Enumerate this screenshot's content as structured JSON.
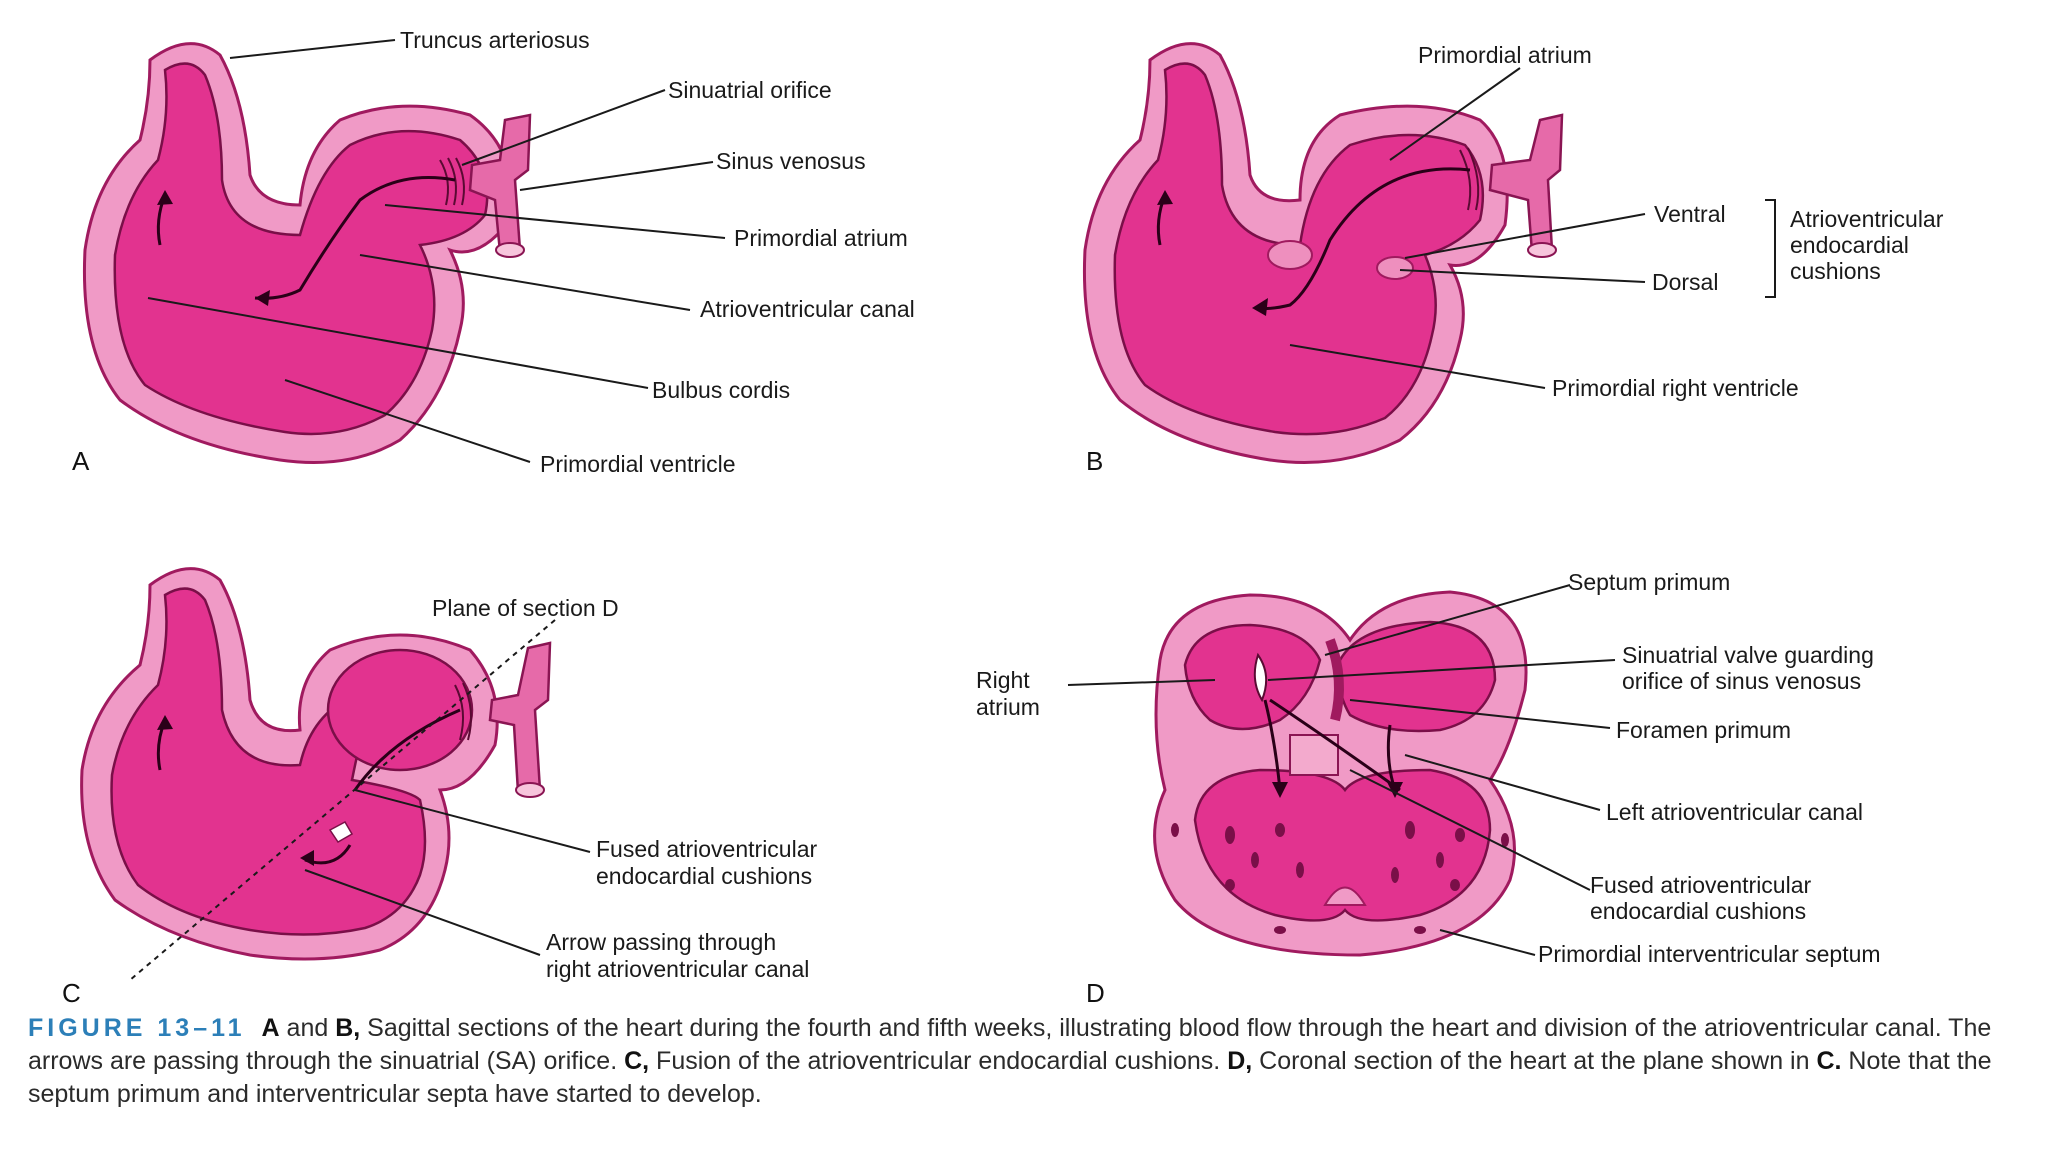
{
  "panels": {
    "A": {
      "letter": "A",
      "labels": {
        "truncus": "Truncus arteriosus",
        "sinuatrial": "Sinuatrial orifice",
        "sinus": "Sinus venosus",
        "atrium": "Primordial atrium",
        "av_canal": "Atrioventricular canal",
        "bulbus": "Bulbus cordis",
        "ventricle": "Primordial ventricle"
      }
    },
    "B": {
      "letter": "B",
      "labels": {
        "atrium": "Primordial atrium",
        "ventral": "Ventral",
        "dorsal": "Dorsal",
        "cushions_1": "Atrioventricular",
        "cushions_2": "endocardial",
        "cushions_3": "cushions",
        "right_ventricle": "Primordial right ventricle"
      }
    },
    "C": {
      "letter": "C",
      "labels": {
        "plane": "Plane of section D",
        "fused_1": "Fused atrioventricular",
        "fused_2": "endocardial cushions",
        "arrow_1": "Arrow passing through",
        "arrow_2": "right atrioventricular canal"
      }
    },
    "D": {
      "letter": "D",
      "labels": {
        "septum": "Septum primum",
        "valve_1": "Sinuatrial valve guarding",
        "valve_2": "orifice of sinus venosus",
        "right_atrium_1": "Right",
        "right_atrium_2": "atrium",
        "foramen": "Foramen primum",
        "left_av": "Left atrioventricular canal",
        "fused_1": "Fused atrioventricular",
        "fused_2": "endocardial cushions",
        "iv_septum": "Primordial interventricular septum"
      }
    }
  },
  "caption": {
    "figure_label": "FIGURE 13–11",
    "parts": [
      {
        "bold": "A",
        "text": " and "
      },
      {
        "bold": "B,",
        "text": " Sagittal sections of the heart during the fourth and fifth weeks, illustrating blood flow through the heart and division of the atrioventricular canal. The arrows are passing through the sinuatrial (SA) orifice. "
      },
      {
        "bold": "C,",
        "text": " Fusion of the atrioventricular endocardial cushions. "
      },
      {
        "bold": "D,",
        "text": " Coronal section of the heart at the plane shown in "
      },
      {
        "bold": "C.",
        "text": " Note that the septum primum and interventricular septa have started to develop."
      }
    ]
  },
  "colors": {
    "wall": "#f09ac6",
    "lumen": "#e2338f",
    "figure_label": "#2c7fb8"
  }
}
